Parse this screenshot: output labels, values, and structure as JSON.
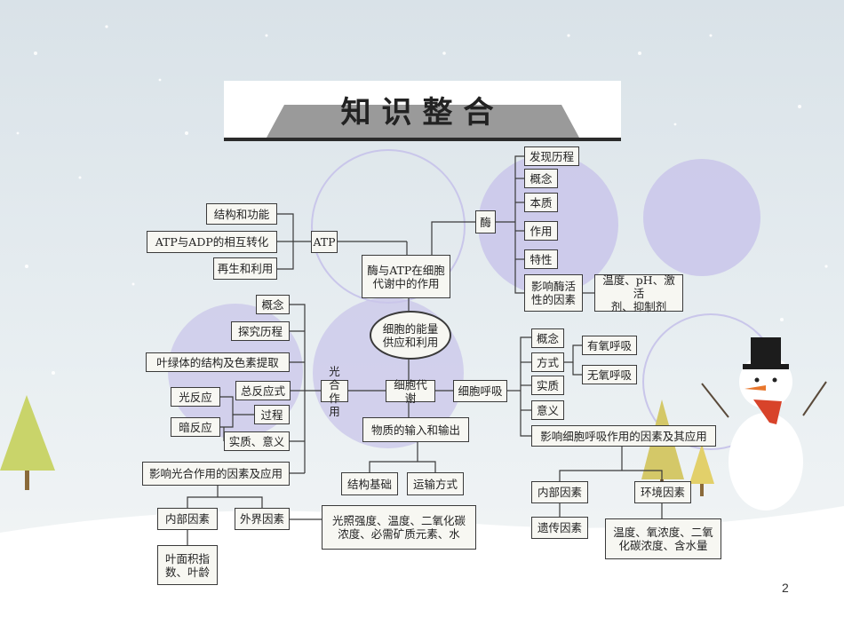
{
  "title": "知识整合",
  "page_number": "2",
  "colors": {
    "accent_circle": "#c9c6ea",
    "background": "#e6edf1",
    "line": "#3a3a3a"
  },
  "nodes": {
    "atp": "ATP",
    "atp_structure": "结构和功能",
    "atp_adp": "ATP与ADP的相互转化",
    "atp_regen": "再生和利用",
    "enzyme_atp": "酶与ATP在细胞\n代谢中的作用",
    "enzyme": "酶",
    "enz_history": "发现历程",
    "enz_concept": "概念",
    "enz_nature": "本质",
    "enz_function": "作用",
    "enz_traits": "特性",
    "enz_factors": "影响酶活\n性的因素",
    "enz_factor_list": "温度、pH、激活\n剂、抑制剂",
    "center": "细胞的能量\n供应和利用",
    "metabolism": "细胞代谢",
    "photosynthesis": "光合作用",
    "ps_concept": "概念",
    "ps_history": "探究历程",
    "ps_chloroplast": "叶绿体的结构及色素提取",
    "ps_equation": "总反应式",
    "ps_light": "光反应",
    "ps_dark": "暗反应",
    "ps_process": "过程",
    "ps_essence": "实质、意义",
    "ps_factors": "影响光合作用的因素及应用",
    "ps_internal": "内部因素",
    "ps_external": "外界因素",
    "ps_leaf": "叶面积指\n数、叶龄",
    "ps_external_list": "光照强度、温度、二氧化碳\n浓度、必需矿质元素、水",
    "respiration": "细胞呼吸",
    "res_concept": "概念",
    "res_mode": "方式",
    "res_aerobic": "有氧呼吸",
    "res_anaerobic": "无氧呼吸",
    "res_essence": "实质",
    "res_meaning": "意义",
    "res_factors": "影响细胞呼吸作用的因素及其应用",
    "res_internal": "内部因素",
    "res_environment": "环境因素",
    "res_genetic": "遗传因素",
    "res_env_list": "温度、氧浓度、二氧\n化碳浓度、含水量",
    "transport": "物质的输入和输出",
    "structure_basis": "结构基础",
    "transport_mode": "运输方式"
  }
}
